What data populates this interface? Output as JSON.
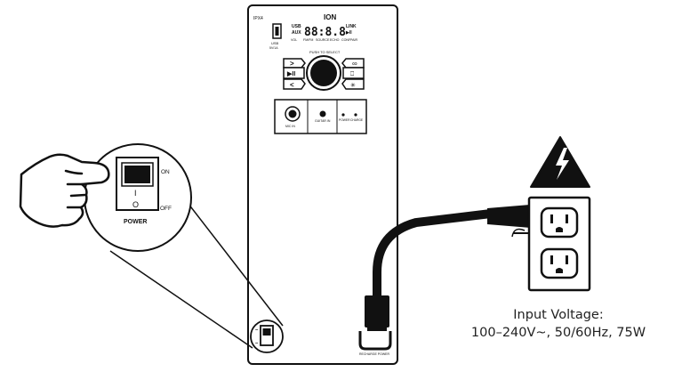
{
  "panel": {
    "brand": "ION",
    "top_left": "IPX4",
    "usb_port_label": "USB",
    "usb_port_sub": "5V/1A",
    "display": {
      "left_top": "USB",
      "left_mid": "AUX",
      "digits": "88:8.8",
      "right_top": "LINK",
      "right_mid": "▶II",
      "bottom_labels": [
        "VOL",
        "FM/FM",
        "SOURCE",
        "ECHO",
        "CONF",
        "PAIR"
      ]
    },
    "selector_label": "PUSH TO SELECT",
    "buttons": {
      "next": ">",
      "play_pause": "▶II",
      "prev": "<",
      "link": "∞",
      "mode": "⎕",
      "light": "✳"
    },
    "io": {
      "mic_label": "MIC IN",
      "guitar_label": "GUITAR IN",
      "indicator_1": "POWER",
      "indicator_2": "CHARGE"
    },
    "port_label": "RECHARGE POWER"
  },
  "power_switch": {
    "on_label": "ON",
    "off_label": "OFF",
    "title": "POWER",
    "on_glyph": "I",
    "off_glyph": "O"
  },
  "mini_switch": {
    "on_glyph": "–",
    "off_glyph": "–"
  },
  "input_voltage": {
    "line1": "Input Voltage:",
    "line2": "100–240V~, 50/60Hz, 75W"
  }
}
